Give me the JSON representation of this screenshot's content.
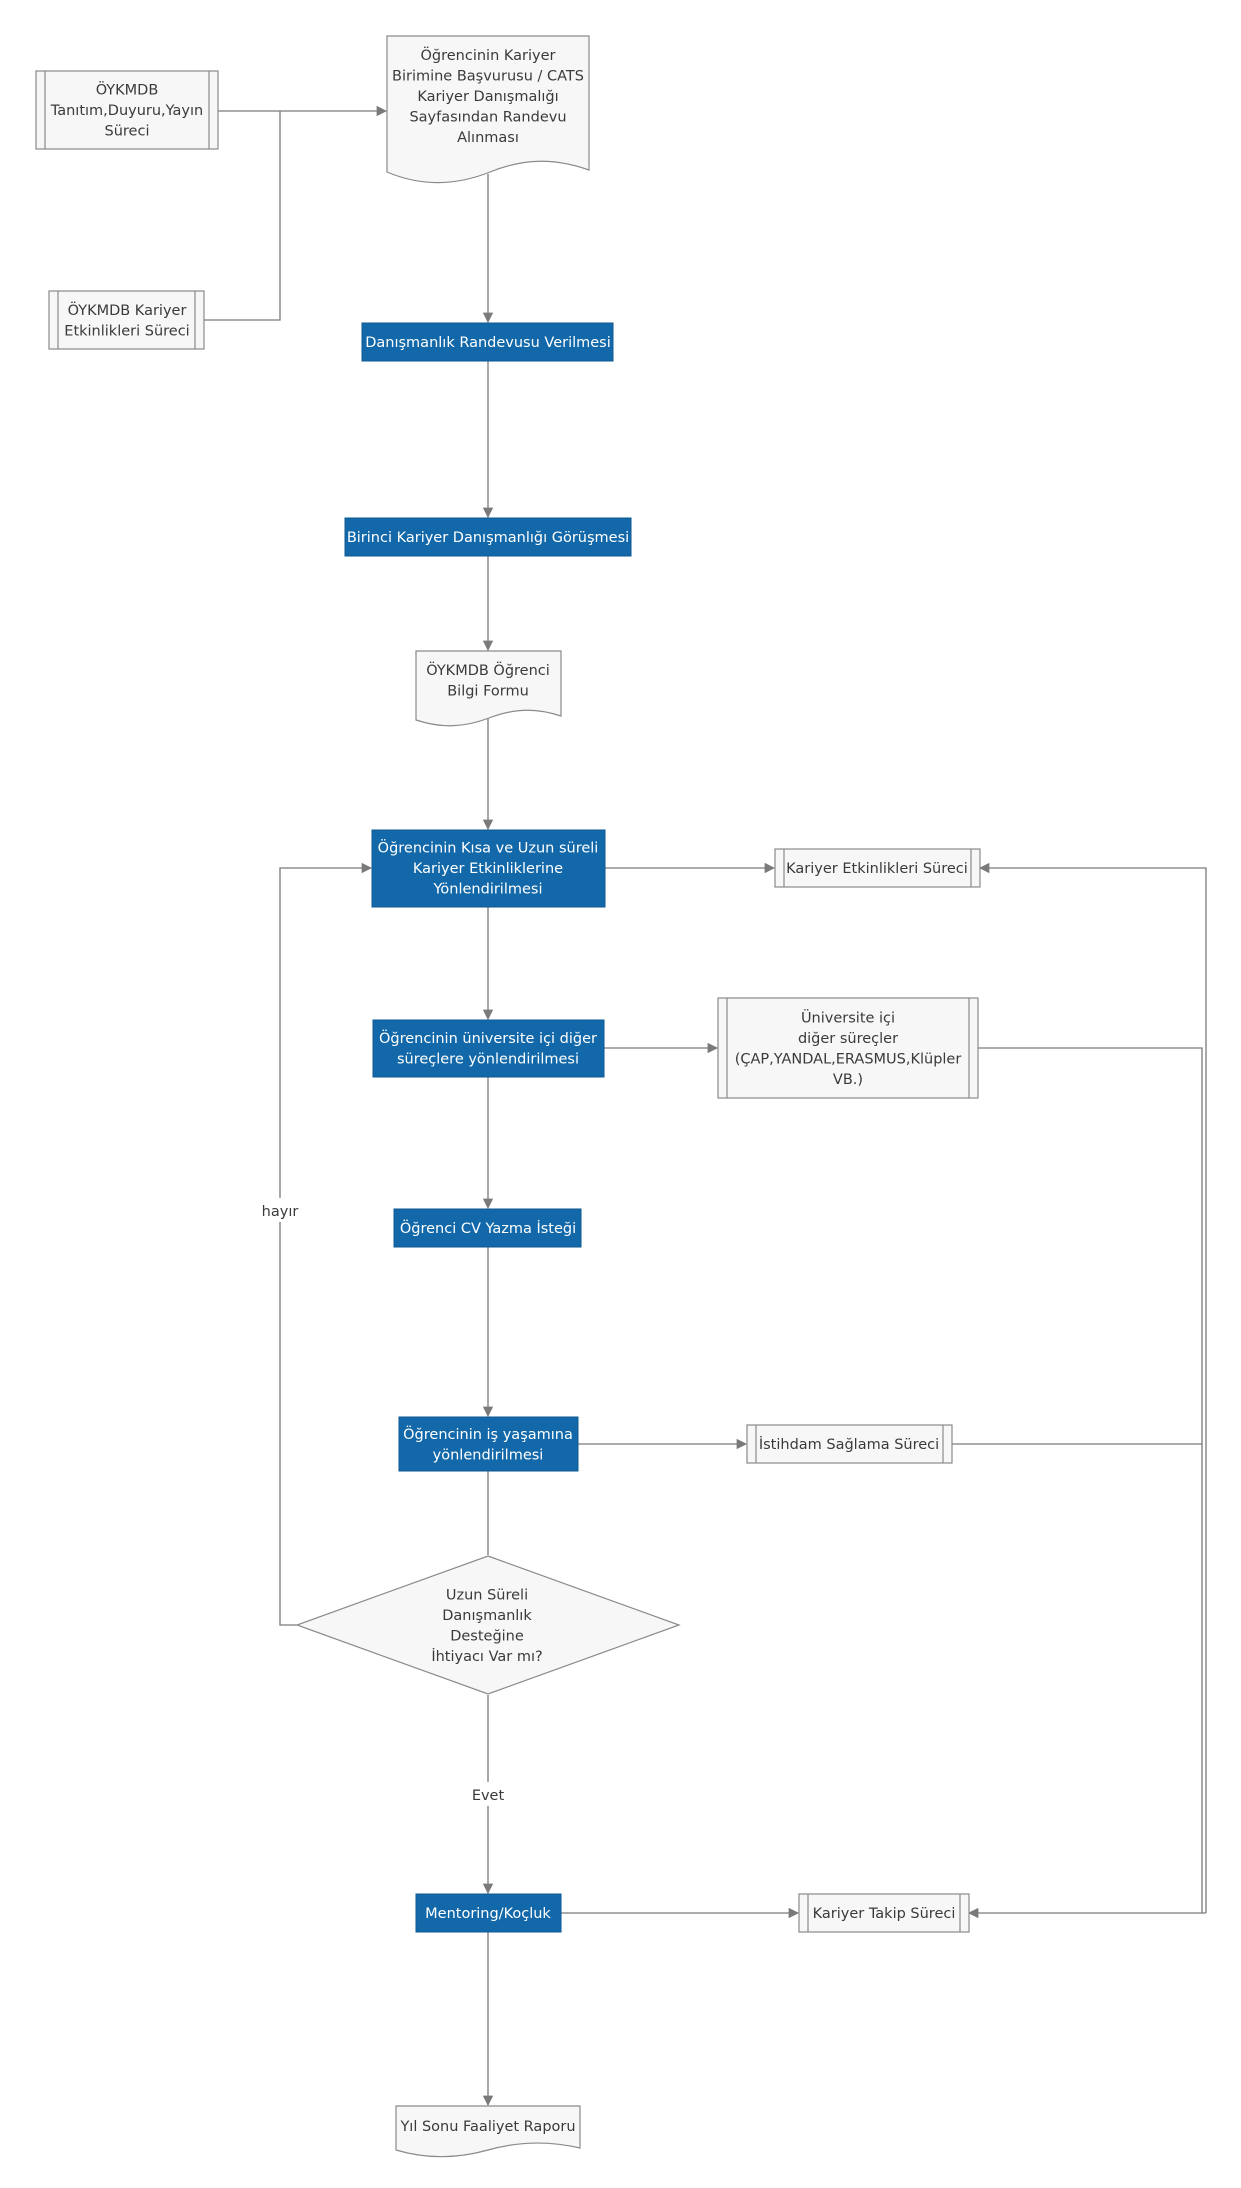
{
  "nodes": {
    "n_basvuru": [
      "Öğrencinin Kariyer",
      "Birimine Başvurusu / CATS",
      "Kariyer Danışmalığı",
      "Sayfasından Randevu",
      "Alınması"
    ],
    "n_tanitim": [
      "ÖYKMDB",
      "Tanıtım,Duyuru,Yayın",
      "Süreci"
    ],
    "n_etkinlik_oykmdb": [
      "ÖYKMDB Kariyer",
      "Etkinlikleri Süreci"
    ],
    "n_randevu": [
      "Danışmanlık Randevusu Verilmesi"
    ],
    "n_birinci": [
      "Birinci Kariyer Danışmanlığı Görüşmesi"
    ],
    "n_form": [
      "ÖYKMDB Öğrenci",
      "Bilgi Formu"
    ],
    "n_kisa_uzun": [
      "Öğrencinin Kısa ve Uzun süreli",
      "Kariyer Etkinliklerine",
      "Yönlendirilmesi"
    ],
    "n_kariyer_etk": [
      "Kariyer Etkinlikleri Süreci"
    ],
    "n_uni_ici": [
      "Öğrencinin üniversite içi diğer",
      "süreçlere yönlendirilmesi"
    ],
    "n_uni_diger": [
      "Üniversite içi",
      "diğer süreçler",
      "(ÇAP,YANDAL,ERASMUS,Klüpler",
      "VB.)"
    ],
    "n_cv": [
      "Öğrenci CV Yazma İsteği"
    ],
    "n_is": [
      "Öğrencinin iş yaşamına",
      "yönlendirilmesi"
    ],
    "n_istihdam": [
      "İstihdam Sağlama Süreci"
    ],
    "n_karar": [
      "Uzun Süreli",
      "Danışmanlık",
      "Desteğine",
      "İhtiyacı Var mı?"
    ],
    "n_mentoring": [
      "Mentoring/Koçluk"
    ],
    "n_takip": [
      "Kariyer Takip Süreci"
    ],
    "n_rapor": [
      "Yıl Sonu Faaliyet Raporu"
    ]
  },
  "edge_labels": {
    "hayir": "hayır",
    "evet": "Evet"
  },
  "colors": {
    "process_blue": "#1268a9",
    "shape_fill": "#f7f7f7",
    "line": "#7a7a7a"
  }
}
